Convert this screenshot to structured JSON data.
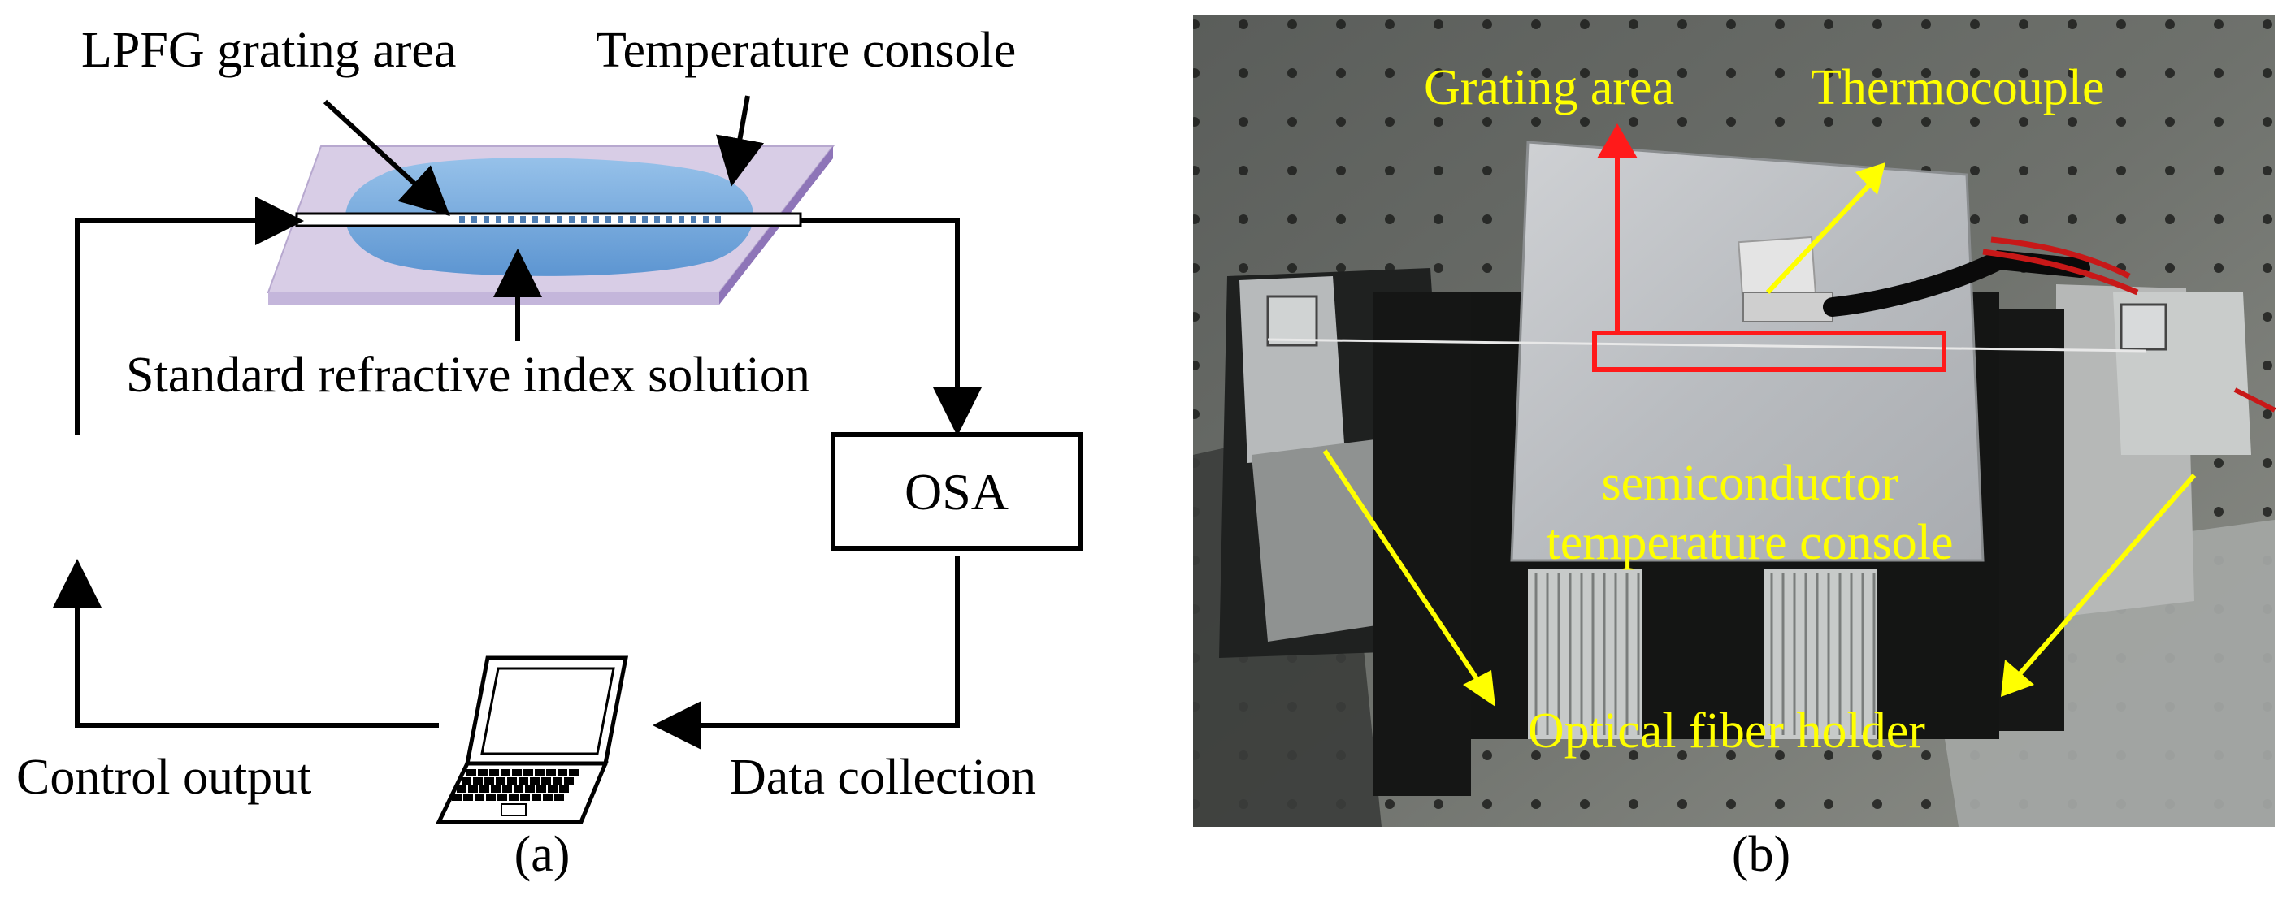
{
  "panel_a": {
    "label_grating": "LPFG grating area",
    "label_console": "Temperature console",
    "label_solution": "Standard refractive index solution",
    "label_osa": "OSA",
    "label_control": "Control output",
    "label_data": "Data collection",
    "caption": "(a)"
  },
  "panel_b": {
    "label_grating": "Grating area",
    "label_thermo": "Thermocouple",
    "label_console_1": "semiconductor",
    "label_console_2": "temperature console",
    "label_holder": "Optical fiber holder",
    "caption": "(b)"
  },
  "colors": {
    "line": "#000000",
    "plate": "#d6cbe3",
    "plate_edge": "#8f77b5",
    "solution": "#6ea8dc",
    "annotation_yellow": "#ffff00",
    "annotation_red": "#ff1a1a"
  }
}
